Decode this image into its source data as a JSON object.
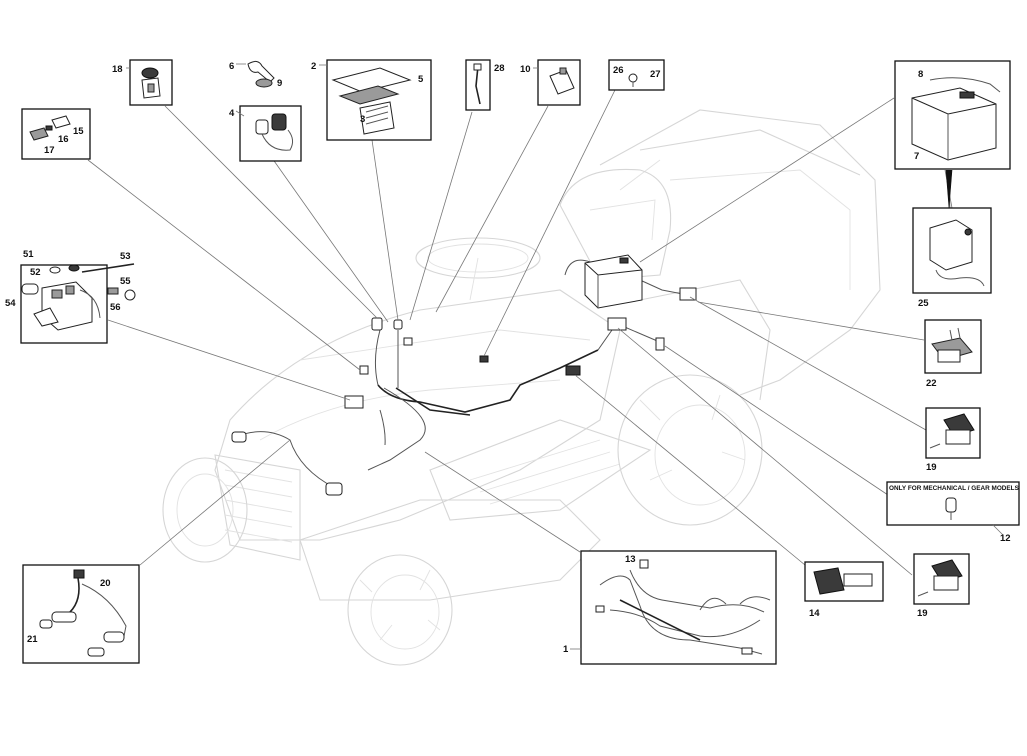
{
  "diagram": {
    "note": "ONLY FOR MECHANICAL / GEAR MODELS",
    "refs": {
      "r1": "1",
      "r2": "2",
      "r3": "3",
      "r4": "4",
      "r5": "5",
      "r6": "6",
      "r7": "7",
      "r8": "8",
      "r9": "9",
      "r10": "10",
      "r12": "12",
      "r13": "13",
      "r14": "14",
      "r15": "15",
      "r16": "16",
      "r17": "17",
      "r18": "18",
      "r19a": "19",
      "r19b": "19",
      "r20": "20",
      "r21": "21",
      "r22": "22",
      "r25": "25",
      "r26": "26",
      "r27": "27",
      "r28": "28",
      "r51": "51",
      "r52": "52",
      "r53": "53",
      "r54": "54",
      "r55": "55",
      "r56": "56"
    },
    "colors": {
      "line": "#111111",
      "leader": "#777777",
      "ghost": "#d6d6d6",
      "part": "#9a9a9a"
    }
  }
}
